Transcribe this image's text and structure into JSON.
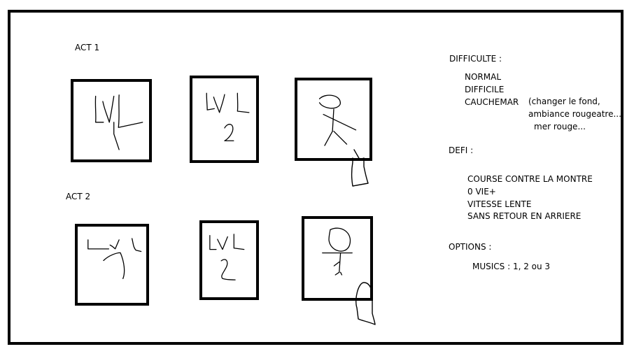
{
  "acts": [
    {
      "label": "ACT 1",
      "levels": [
        {
          "name": "level-1",
          "icon": "lvl-1-sketch"
        },
        {
          "name": "level-2",
          "icon": "lvl-2-sketch"
        },
        {
          "name": "boss",
          "icon": "boss-figure-sketch"
        }
      ]
    },
    {
      "label": "ACT 2",
      "levels": [
        {
          "name": "level-1",
          "icon": "lvl-1-sketch"
        },
        {
          "name": "level-2",
          "icon": "lvl-2-sketch"
        },
        {
          "name": "boss",
          "icon": "boss-figure-sketch"
        }
      ]
    }
  ],
  "difficulty": {
    "heading": "DIFFICULTE :",
    "options": [
      "NORMAL",
      "DIFFICILE",
      "CAUCHEMAR"
    ],
    "note_lines": [
      "(changer le fond,",
      "ambiance rougeatre...",
      "mer rouge..."
    ]
  },
  "challenges": {
    "heading": "DEFI :",
    "items": [
      "COURSE CONTRE LA MONTRE",
      "0 VIE+",
      "VITESSE LENTE",
      "SANS RETOUR EN ARRIERE"
    ]
  },
  "options": {
    "heading": "OPTIONS :",
    "music": "MUSICS : 1, 2 ou 3"
  }
}
